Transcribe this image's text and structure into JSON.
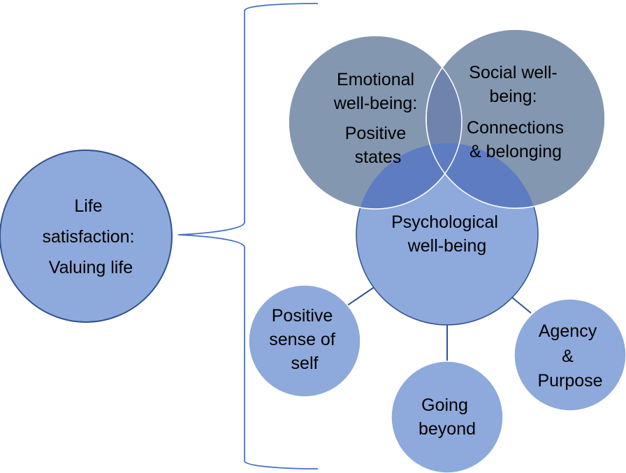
{
  "colors": {
    "light_fill": "#8EA9DB",
    "dark_fill": "#8497B0",
    "overlap_dark": "#6F83AD",
    "overlap_psych": "#5E7CC2",
    "stroke": "#2F528F",
    "bracket": "#4472C4",
    "connector": "#2F528F"
  },
  "nodes": {
    "life_satisfaction": {
      "lines": [
        "Life",
        "satisfaction:",
        "Valuing life"
      ]
    },
    "emotional": {
      "lines": [
        "Emotional",
        "well-being:",
        "Positive",
        "states"
      ]
    },
    "social": {
      "lines": [
        "Social well-",
        "being:",
        "Connections",
        "& belonging"
      ]
    },
    "psychological": {
      "lines": [
        "Psychological",
        "well-being"
      ]
    },
    "self": {
      "lines": [
        "Positive",
        "sense of",
        "self"
      ]
    },
    "beyond": {
      "lines": [
        "Going",
        "beyond"
      ]
    },
    "agency": {
      "lines": [
        "Agency",
        "&",
        "Purpose"
      ]
    }
  }
}
